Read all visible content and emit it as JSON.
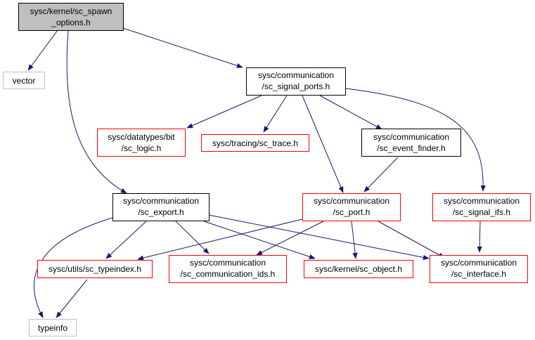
{
  "diagram": {
    "colors": {
      "edge": "#191970",
      "root_fill": "#bfbfbf",
      "normal_border": "#000000",
      "red_border": "#ff0000",
      "grey_border": "#bfbfbf"
    },
    "nodes": {
      "sc_spawn_options": {
        "lines": [
          "sysc/kernel/sc_spawn",
          "_options.h"
        ],
        "style": "root"
      },
      "vector": {
        "lines": [
          "vector"
        ],
        "style": "grey"
      },
      "sc_signal_ports": {
        "lines": [
          "sysc/communication",
          "/sc_signal_ports.h"
        ],
        "style": "normal"
      },
      "sc_logic": {
        "lines": [
          "sysc/datatypes/bit",
          "/sc_logic.h"
        ],
        "style": "red"
      },
      "sc_trace": {
        "lines": [
          "sysc/tracing/sc_trace.h"
        ],
        "style": "red"
      },
      "sc_event_finder": {
        "lines": [
          "sysc/communication",
          "/sc_event_finder.h"
        ],
        "style": "normal"
      },
      "sc_export": {
        "lines": [
          "sysc/communication",
          "/sc_export.h"
        ],
        "style": "normal"
      },
      "sc_port": {
        "lines": [
          "sysc/communication",
          "/sc_port.h"
        ],
        "style": "red"
      },
      "sc_signal_ifs": {
        "lines": [
          "sysc/communication",
          "/sc_signal_ifs.h"
        ],
        "style": "red"
      },
      "sc_typeindex": {
        "lines": [
          "sysc/utils/sc_typeindex.h"
        ],
        "style": "red"
      },
      "sc_communication_ids": {
        "lines": [
          "sysc/communication",
          "/sc_communication_ids.h"
        ],
        "style": "red"
      },
      "sc_object": {
        "lines": [
          "sysc/kernel/sc_object.h"
        ],
        "style": "red"
      },
      "sc_interface": {
        "lines": [
          "sysc/communication",
          "/sc_interface.h"
        ],
        "style": "red"
      },
      "typeinfo": {
        "lines": [
          "typeinfo"
        ],
        "style": "grey"
      }
    }
  }
}
